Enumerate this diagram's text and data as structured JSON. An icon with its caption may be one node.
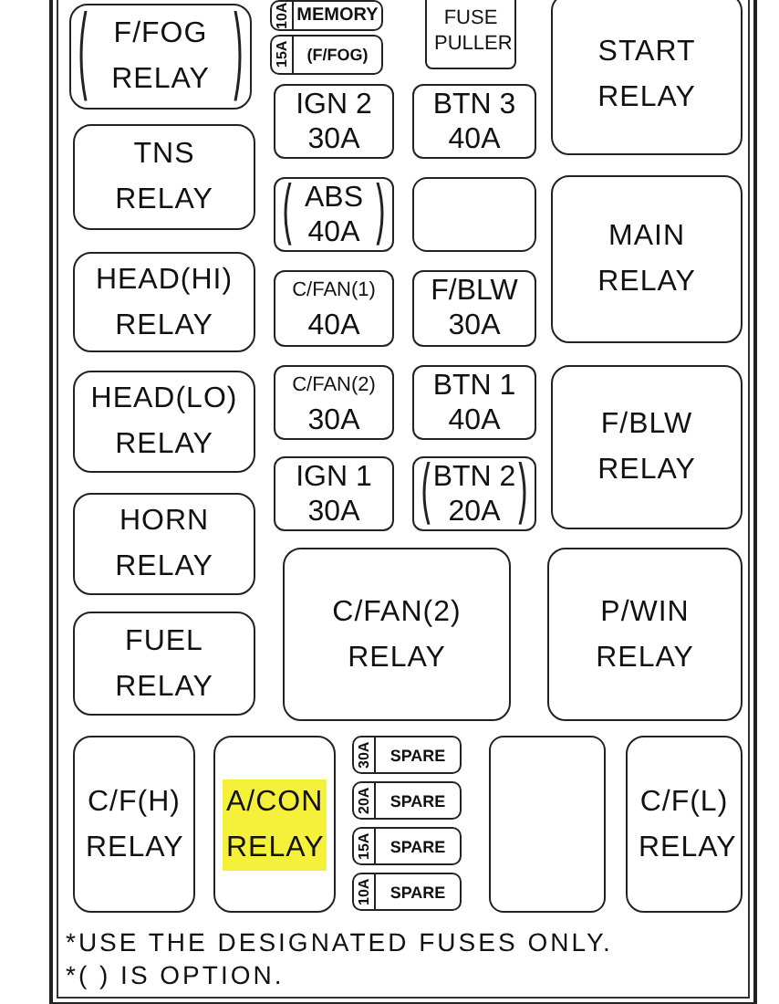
{
  "diagram": {
    "nodes": [
      {
        "text": [
          "F/FOG RELAY"
        ]
      },
      {
        "text": [
          "10A",
          "MEMORY"
        ]
      },
      {
        "text": [
          "15A",
          "(F/FOG)"
        ]
      },
      {
        "text": [
          "FUSE PULLER"
        ]
      },
      {
        "text": [
          "START RELAY"
        ]
      },
      {
        "text": [
          "TNS RELAY"
        ]
      },
      {
        "text": [
          "IGN 2",
          "30A"
        ]
      },
      {
        "text": [
          "BTN 3",
          "40A"
        ]
      },
      {
        "text": [
          "ABS",
          "40A"
        ]
      },
      {
        "text": [],
        "shape": "box"
      },
      {
        "text": [
          "MAIN RELAY"
        ]
      },
      {
        "text": [
          "HEAD(HI) RELAY"
        ]
      },
      {
        "text": [
          "C/FAN(1)",
          "40A"
        ]
      },
      {
        "text": [
          "F/BLW",
          "30A"
        ]
      },
      {
        "text": [
          "HEAD(LO) RELAY"
        ]
      },
      {
        "text": [
          "C/FAN(2)",
          "30A"
        ]
      },
      {
        "text": [
          "BTN 1",
          "40A"
        ]
      },
      {
        "text": [
          "F/BLW RELAY"
        ]
      },
      {
        "text": [
          "IGN 1",
          "30A"
        ]
      },
      {
        "text": [
          "BTN 2",
          "20A"
        ]
      },
      {
        "text": [
          "HORN RELAY"
        ]
      },
      {
        "text": [
          "C/FAN(2) RELAY"
        ]
      },
      {
        "text": [
          "P/WIN RELAY"
        ]
      },
      {
        "text": [
          "FUEL RELAY"
        ]
      },
      {
        "text": [
          "C/F(H) RELAY"
        ]
      },
      {
        "text": [
          "A/CON RELAY"
        ]
      },
      {
        "text": [
          "30A",
          "SPARE"
        ]
      },
      {
        "text": [
          "20A",
          "SPARE"
        ]
      },
      {
        "text": [
          "15A",
          "SPARE"
        ]
      },
      {
        "text": [
          "10A",
          "SPARE"
        ]
      },
      {
        "text": [],
        "shape": "box"
      },
      {
        "text": [
          "C/F(L) RELAY"
        ]
      }
    ],
    "labels": [
      "*USE THE DESIGNATED FUSES ONLY.",
      "*( ) IS OPTION."
    ]
  }
}
